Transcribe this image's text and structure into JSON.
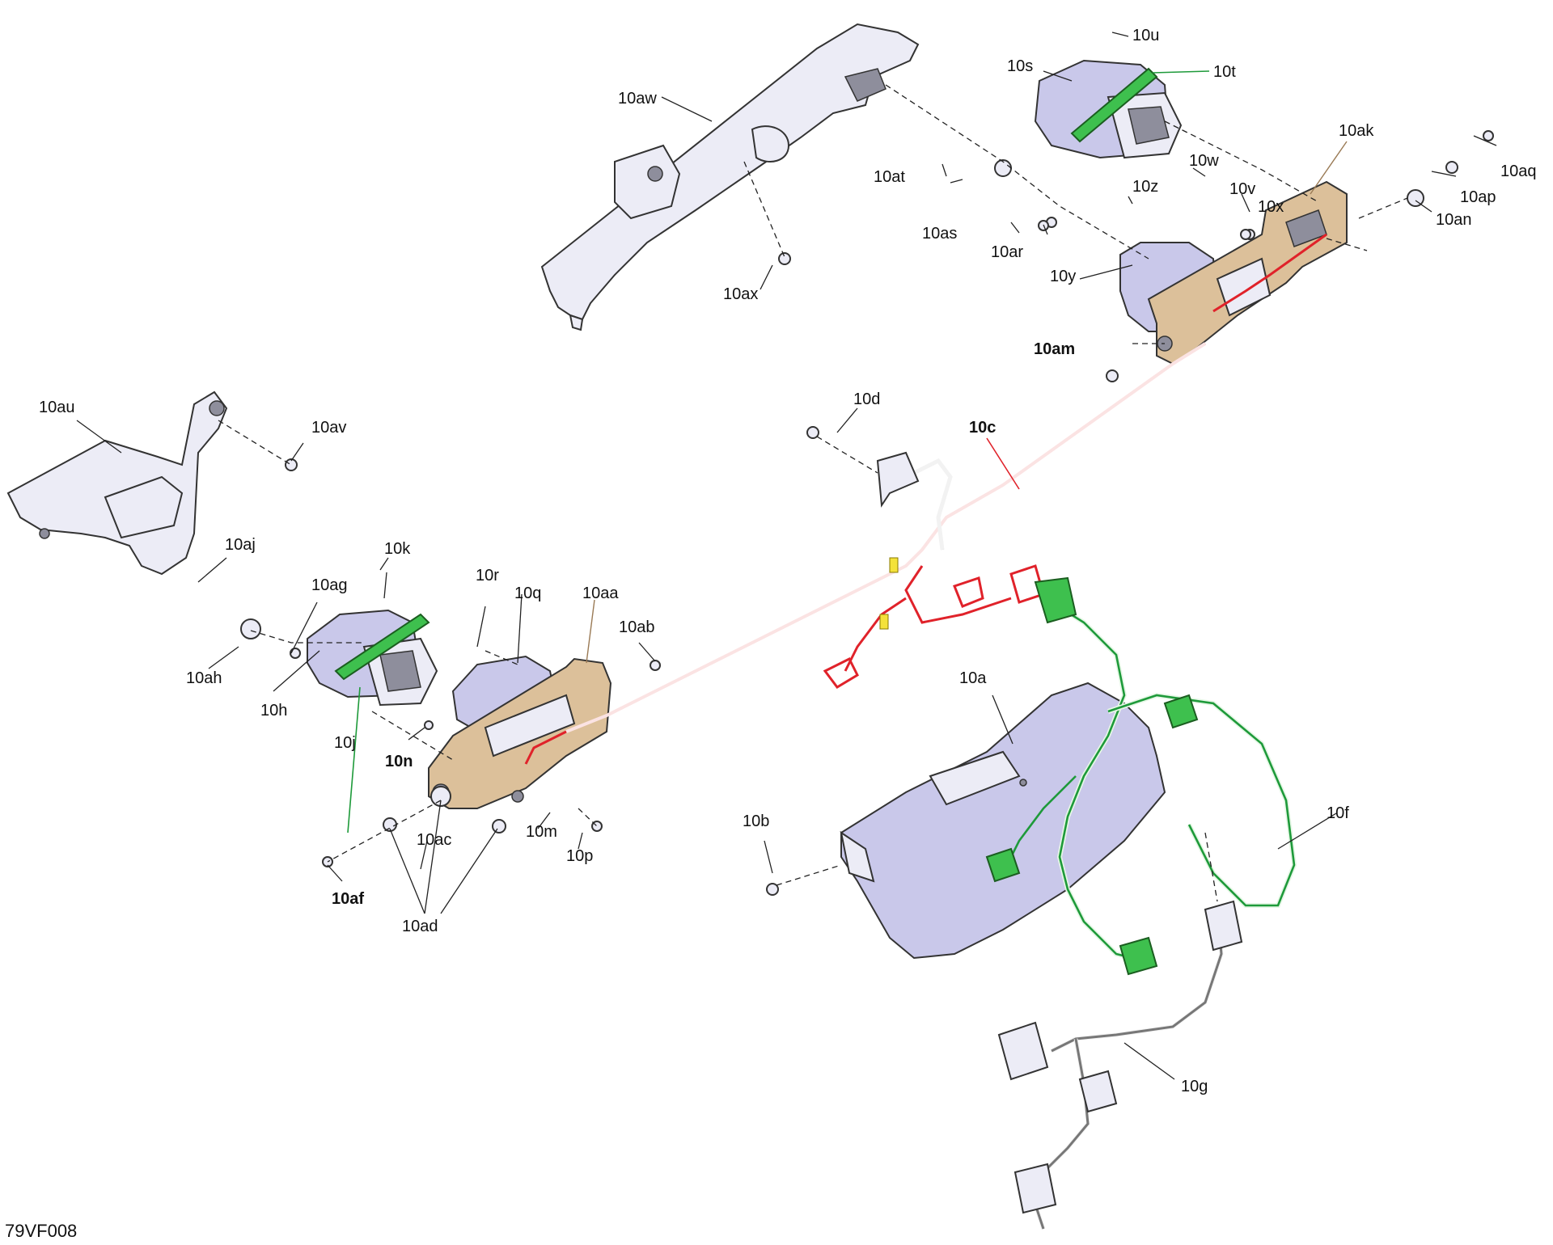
{
  "figure_code": "79VF008",
  "labels": {
    "10a": "10a",
    "10b": "10b",
    "10c": "10c",
    "10d": "10d",
    "10f": "10f",
    "10g": "10g",
    "10h": "10h",
    "10j": "10j",
    "10k": "10k",
    "10m": "10m",
    "10n": "10n",
    "10p": "10p",
    "10q": "10q",
    "10r": "10r",
    "10s": "10s",
    "10t": "10t",
    "10u": "10u",
    "10v": "10v",
    "10w": "10w",
    "10x": "10x",
    "10y": "10y",
    "10z": "10z",
    "10aa": "10aa",
    "10ab": "10ab",
    "10ac": "10ac",
    "10ad": "10ad",
    "10af": "10af",
    "10ag": "10ag",
    "10ah": "10ah",
    "10aj": "10aj",
    "10ak": "10ak",
    "10am": "10am",
    "10an": "10an",
    "10ap": "10ap",
    "10aq": "10aq",
    "10ar": "10ar",
    "10as": "10as",
    "10at": "10at",
    "10au": "10au",
    "10av": "10av",
    "10aw": "10aw",
    "10ax": "10ax"
  },
  "colors": {
    "harness_front": "#e0222a",
    "harness_main": "#1e9a3a",
    "clip": "#3ec04e",
    "bracket": "#dcc09a",
    "motor": "#c9c8ea",
    "housing": "#ececf6"
  }
}
